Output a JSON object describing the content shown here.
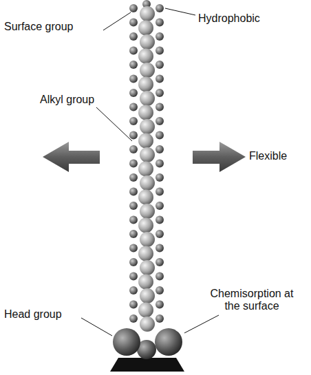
{
  "diagram": {
    "labels": [
      "Surface group",
      "Hydrophobic",
      "Alkyl group",
      "Flexible",
      "Head group",
      "Chemisorption at the surface"
    ]
  }
}
